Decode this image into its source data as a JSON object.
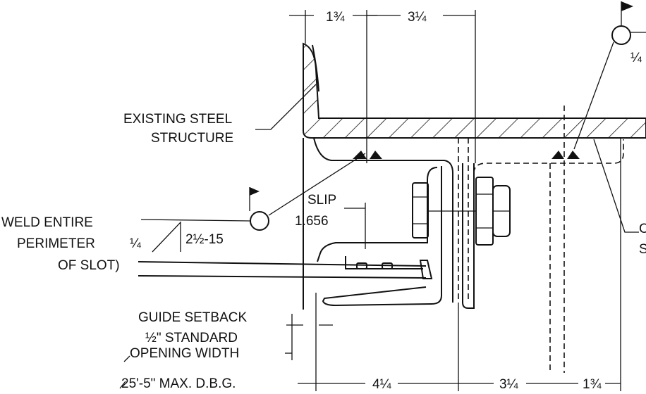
{
  "dimensions": {
    "top_left": "1¾",
    "top_mid": "3¼",
    "bottom_a": "4¼",
    "bottom_b": "3¼",
    "bottom_c": "1¾"
  },
  "labels": {
    "existing_line1": "EXISTING STEEL",
    "existing_line2": "STRUCTURE",
    "weld_line1": "WELD ENTIRE",
    "weld_line2": "PERIMETER",
    "weld_line3": "OF SLOT)",
    "weld_size": "¼",
    "weld_spec": "2½-15",
    "top_weld_size": "¼",
    "slip": "SLIP",
    "slip_value": "1.656",
    "guide_setback": "GUIDE SETBACK",
    "standard": "½\" STANDARD",
    "opening_width": "OPENING WIDTH",
    "max_dbg": "25'-5\" MAX. D.B.G.",
    "right_cut1": "C",
    "right_cut2": "S"
  }
}
